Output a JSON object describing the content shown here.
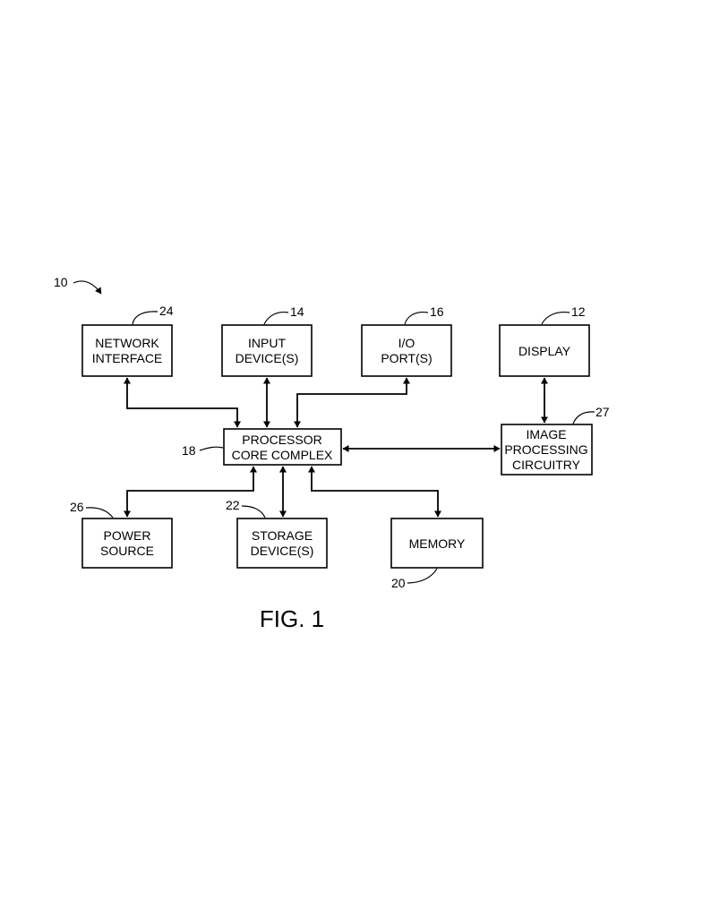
{
  "figure_label": "FIG. 1",
  "system_ref": "10",
  "blocks": {
    "network_interface": {
      "ref": "24",
      "lines": [
        "NETWORK",
        "INTERFACE"
      ]
    },
    "input_devices": {
      "ref": "14",
      "lines": [
        "INPUT",
        "DEVICE(S)"
      ]
    },
    "io_ports": {
      "ref": "16",
      "lines": [
        "I/O",
        "PORT(S)"
      ]
    },
    "display": {
      "ref": "12",
      "lines": [
        "DISPLAY"
      ]
    },
    "processor": {
      "ref": "18",
      "lines": [
        "PROCESSOR",
        "CORE  COMPLEX"
      ]
    },
    "image_processing": {
      "ref": "27",
      "lines": [
        "IMAGE",
        "PROCESSING",
        "CIRCUITRY"
      ]
    },
    "power_source": {
      "ref": "26",
      "lines": [
        "POWER",
        "SOURCE"
      ]
    },
    "storage_devices": {
      "ref": "22",
      "lines": [
        "STORAGE",
        "DEVICE(S)"
      ]
    },
    "memory": {
      "ref": "20",
      "lines": [
        "MEMORY"
      ]
    }
  }
}
